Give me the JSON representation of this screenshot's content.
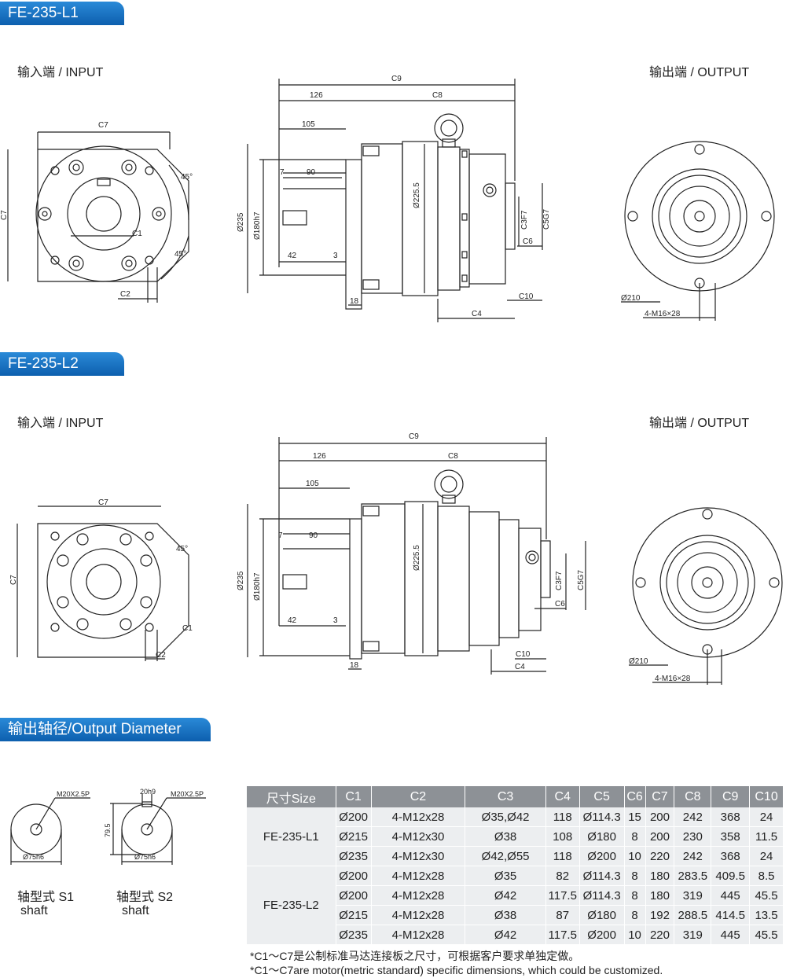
{
  "sections": {
    "l1_title": "FE-235-L1",
    "l2_title": "FE-235-L2",
    "shaft_title": "输出轴径/Output Diameter"
  },
  "labels": {
    "input": "输入端 / INPUT",
    "output": "输出端 / OUTPUT"
  },
  "dims": {
    "c1": "C1",
    "c2": "C2",
    "c3f7": "C3F7",
    "c4": "C4",
    "c5g7": "C5G7",
    "c6": "C6",
    "c7": "C7",
    "c8": "C8",
    "c9": "C9",
    "c10": "C10",
    "d126": "126",
    "d105": "105",
    "d90": "90",
    "d7": "7",
    "d42": "42",
    "d3": "3",
    "d18": "18",
    "phi235": "Ø235",
    "phi180": "Ø180h7",
    "phi2255": "Ø225.5",
    "phi210": "Ø210",
    "m16": "4-M16×28",
    "deg45": "45°"
  },
  "shaft": {
    "s1_label": "轴型式 S1",
    "s1_sub": "shaft",
    "s2_label": "轴型式 S2",
    "s2_sub": "shaft",
    "thread": "M20X2.5P",
    "dia": "Ø75h6",
    "key": "20h9",
    "height": "79.5"
  },
  "table": {
    "headers": [
      "尺寸Size",
      "C1",
      "C2",
      "C3",
      "C4",
      "C5",
      "C6",
      "C7",
      "C8",
      "C9",
      "C10"
    ],
    "groups": [
      {
        "model": "FE-235-L1",
        "rows": [
          [
            "Ø200",
            "4-M12x28",
            "Ø35,Ø42",
            "118",
            "Ø114.3",
            "15",
            "200",
            "242",
            "368",
            "24"
          ],
          [
            "Ø215",
            "4-M12x30",
            "Ø38",
            "108",
            "Ø180",
            "8",
            "200",
            "230",
            "358",
            "11.5"
          ],
          [
            "Ø235",
            "4-M12x30",
            "Ø42,Ø55",
            "118",
            "Ø200",
            "10",
            "220",
            "242",
            "368",
            "24"
          ]
        ]
      },
      {
        "model": "FE-235-L2",
        "rows": [
          [
            "Ø200",
            "4-M12x28",
            "Ø35",
            "82",
            "Ø114.3",
            "8",
            "180",
            "283.5",
            "409.5",
            "8.5"
          ],
          [
            "Ø200",
            "4-M12x28",
            "Ø42",
            "117.5",
            "Ø114.3",
            "8",
            "180",
            "319",
            "445",
            "45.5"
          ],
          [
            "Ø215",
            "4-M12x28",
            "Ø38",
            "87",
            "Ø180",
            "8",
            "192",
            "288.5",
            "414.5",
            "13.5"
          ],
          [
            "Ø235",
            "4-M12x28",
            "Ø42",
            "117.5",
            "Ø200",
            "10",
            "220",
            "319",
            "445",
            "45.5"
          ]
        ]
      }
    ]
  },
  "notes": [
    "*C1～C7是公制标准马达连接板之尺寸，可根据客户要求单独定做。",
    "*C1～C7are motor(metric standard) specific dimensions, which could be customized."
  ]
}
